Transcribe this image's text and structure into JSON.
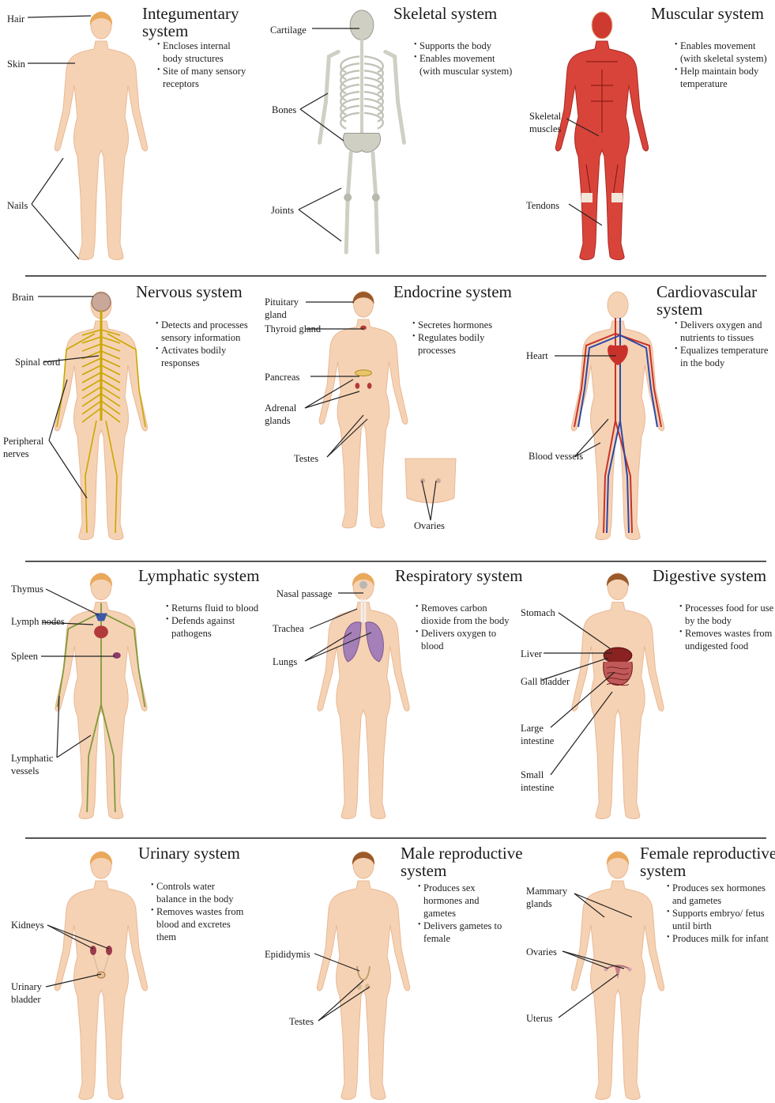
{
  "panels": [
    {
      "title": "Integumentary system",
      "title_lines": [
        "Integumentary",
        "system"
      ],
      "bullets": [
        "Encloses internal body structures",
        "Site of many sensory receptors"
      ],
      "labels": [
        "Hair",
        "Skin",
        "Nails"
      ]
    },
    {
      "title": "Skeletal system",
      "title_lines": [
        "Skeletal system"
      ],
      "bullets": [
        "Supports the body",
        "Enables movement (with muscular system)"
      ],
      "labels": [
        "Cartilage",
        "Bones",
        "Joints"
      ]
    },
    {
      "title": "Muscular system",
      "title_lines": [
        "Muscular system"
      ],
      "bullets": [
        "Enables movement (with skeletal system)",
        "Help maintain body temperature"
      ],
      "labels": [
        "Skeletal muscles",
        "Tendons"
      ]
    },
    {
      "title": "Nervous system",
      "title_lines": [
        "Nervous system"
      ],
      "bullets": [
        "Detects and processes sensory information",
        "Activates bodily responses"
      ],
      "labels": [
        "Brain",
        "Spinal cord",
        "Peripheral nerves"
      ]
    },
    {
      "title": "Endocrine system",
      "title_lines": [
        "Endocrine system"
      ],
      "bullets": [
        "Secretes hormones",
        "Regulates bodily processes"
      ],
      "labels": [
        "Pituitary gland",
        "Thyroid gland",
        "Pancreas",
        "Adrenal glands",
        "Testes",
        "Ovaries"
      ]
    },
    {
      "title": "Cardiovascular system",
      "title_lines": [
        "Cardiovascular",
        "system"
      ],
      "bullets": [
        "Delivers oxygen and nutrients to tissues",
        "Equalizes temperature in the body"
      ],
      "labels": [
        "Heart",
        "Blood vessels"
      ]
    },
    {
      "title": "Lymphatic system",
      "title_lines": [
        "Lymphatic system"
      ],
      "bullets": [
        "Returns fluid to blood",
        "Defends against pathogens"
      ],
      "labels": [
        "Thymus",
        "Lymph nodes",
        "Spleen",
        "Lymphatic vessels"
      ]
    },
    {
      "title": "Respiratory system",
      "title_lines": [
        "Respiratory system"
      ],
      "bullets": [
        "Removes carbon dioxide from the body",
        "Delivers oxygen to blood"
      ],
      "labels": [
        "Nasal passage",
        "Trachea",
        "Lungs"
      ]
    },
    {
      "title": "Digestive system",
      "title_lines": [
        "Digestive system"
      ],
      "bullets": [
        "Processes food for use by the body",
        "Removes wastes from undigested food"
      ],
      "labels": [
        "Stomach",
        "Liver",
        "Gall bladder",
        "Large intestine",
        "Small intestine"
      ]
    },
    {
      "title": "Urinary system",
      "title_lines": [
        "Urinary system"
      ],
      "bullets": [
        "Controls water balance in the body",
        "Removes wastes from blood and excretes them"
      ],
      "labels": [
        "Kidneys",
        "Urinary bladder"
      ]
    },
    {
      "title": "Male reproductive system",
      "title_lines": [
        "Male reproductive",
        "system"
      ],
      "bullets": [
        "Produces sex hormones and gametes",
        "Delivers gametes to female"
      ],
      "labels": [
        "Epididymis",
        "Testes"
      ]
    },
    {
      "title": "Female reproductive system",
      "title_lines": [
        "Female reproductive",
        "system"
      ],
      "bullets": [
        "Produces sex hormones and gametes",
        "Supports embryo/ fetus until birth",
        "Produces milk for infant"
      ],
      "labels": [
        "Mammary glands",
        "Ovaries",
        "Uterus"
      ]
    }
  ],
  "colors": {
    "skin": "#f6d2b4",
    "skin_shade": "#e8b894",
    "hair_blonde": "#e9a85a",
    "hair_brown": "#9a5a2a",
    "bone": "#cfcfc4",
    "muscle": "#d9443a",
    "nerve": "#c9a800",
    "artery": "#c8322a",
    "vein": "#2b4aa8",
    "lymph": "#7f9a3a",
    "lung": "#a57fb8",
    "organ_red": "#b23a3a",
    "divider": "#555555"
  },
  "icons": [
    "human-figure"
  ]
}
